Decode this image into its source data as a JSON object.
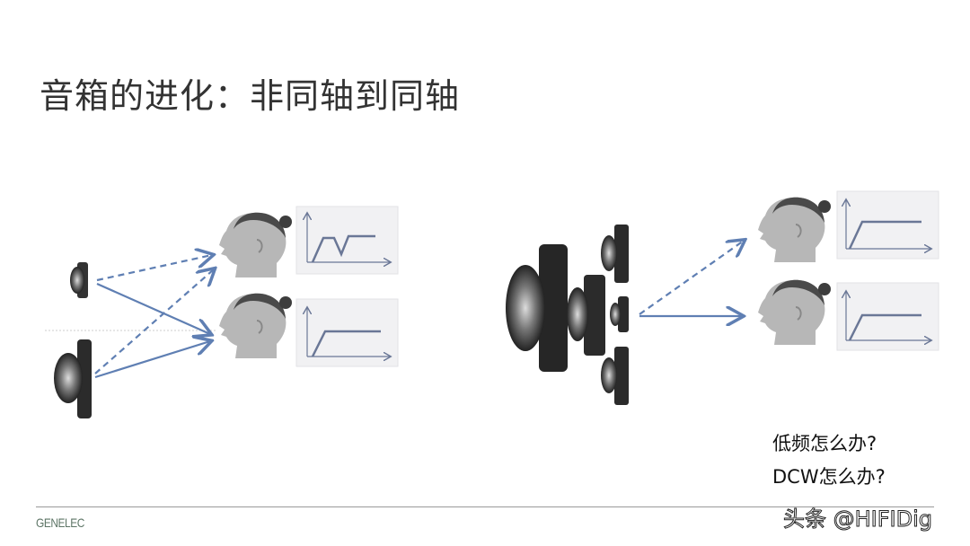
{
  "slide": {
    "title": "音箱的进化：非同轴到同轴",
    "questions": [
      "低频怎么办?",
      "DCW怎么办?"
    ],
    "logo": "GENELEC",
    "watermark": "头条 @HIFIDig"
  },
  "colors": {
    "arrow": "#5f7fb3",
    "graph_line": "#6a7796",
    "graph_bg": "#f1f1f3"
  },
  "diagram": {
    "left": {
      "label": "non-coaxial",
      "graphs": [
        "response-with-notch",
        "flat-response"
      ]
    },
    "right": {
      "label": "coaxial",
      "graphs": [
        "flat-response",
        "flat-response"
      ]
    }
  }
}
